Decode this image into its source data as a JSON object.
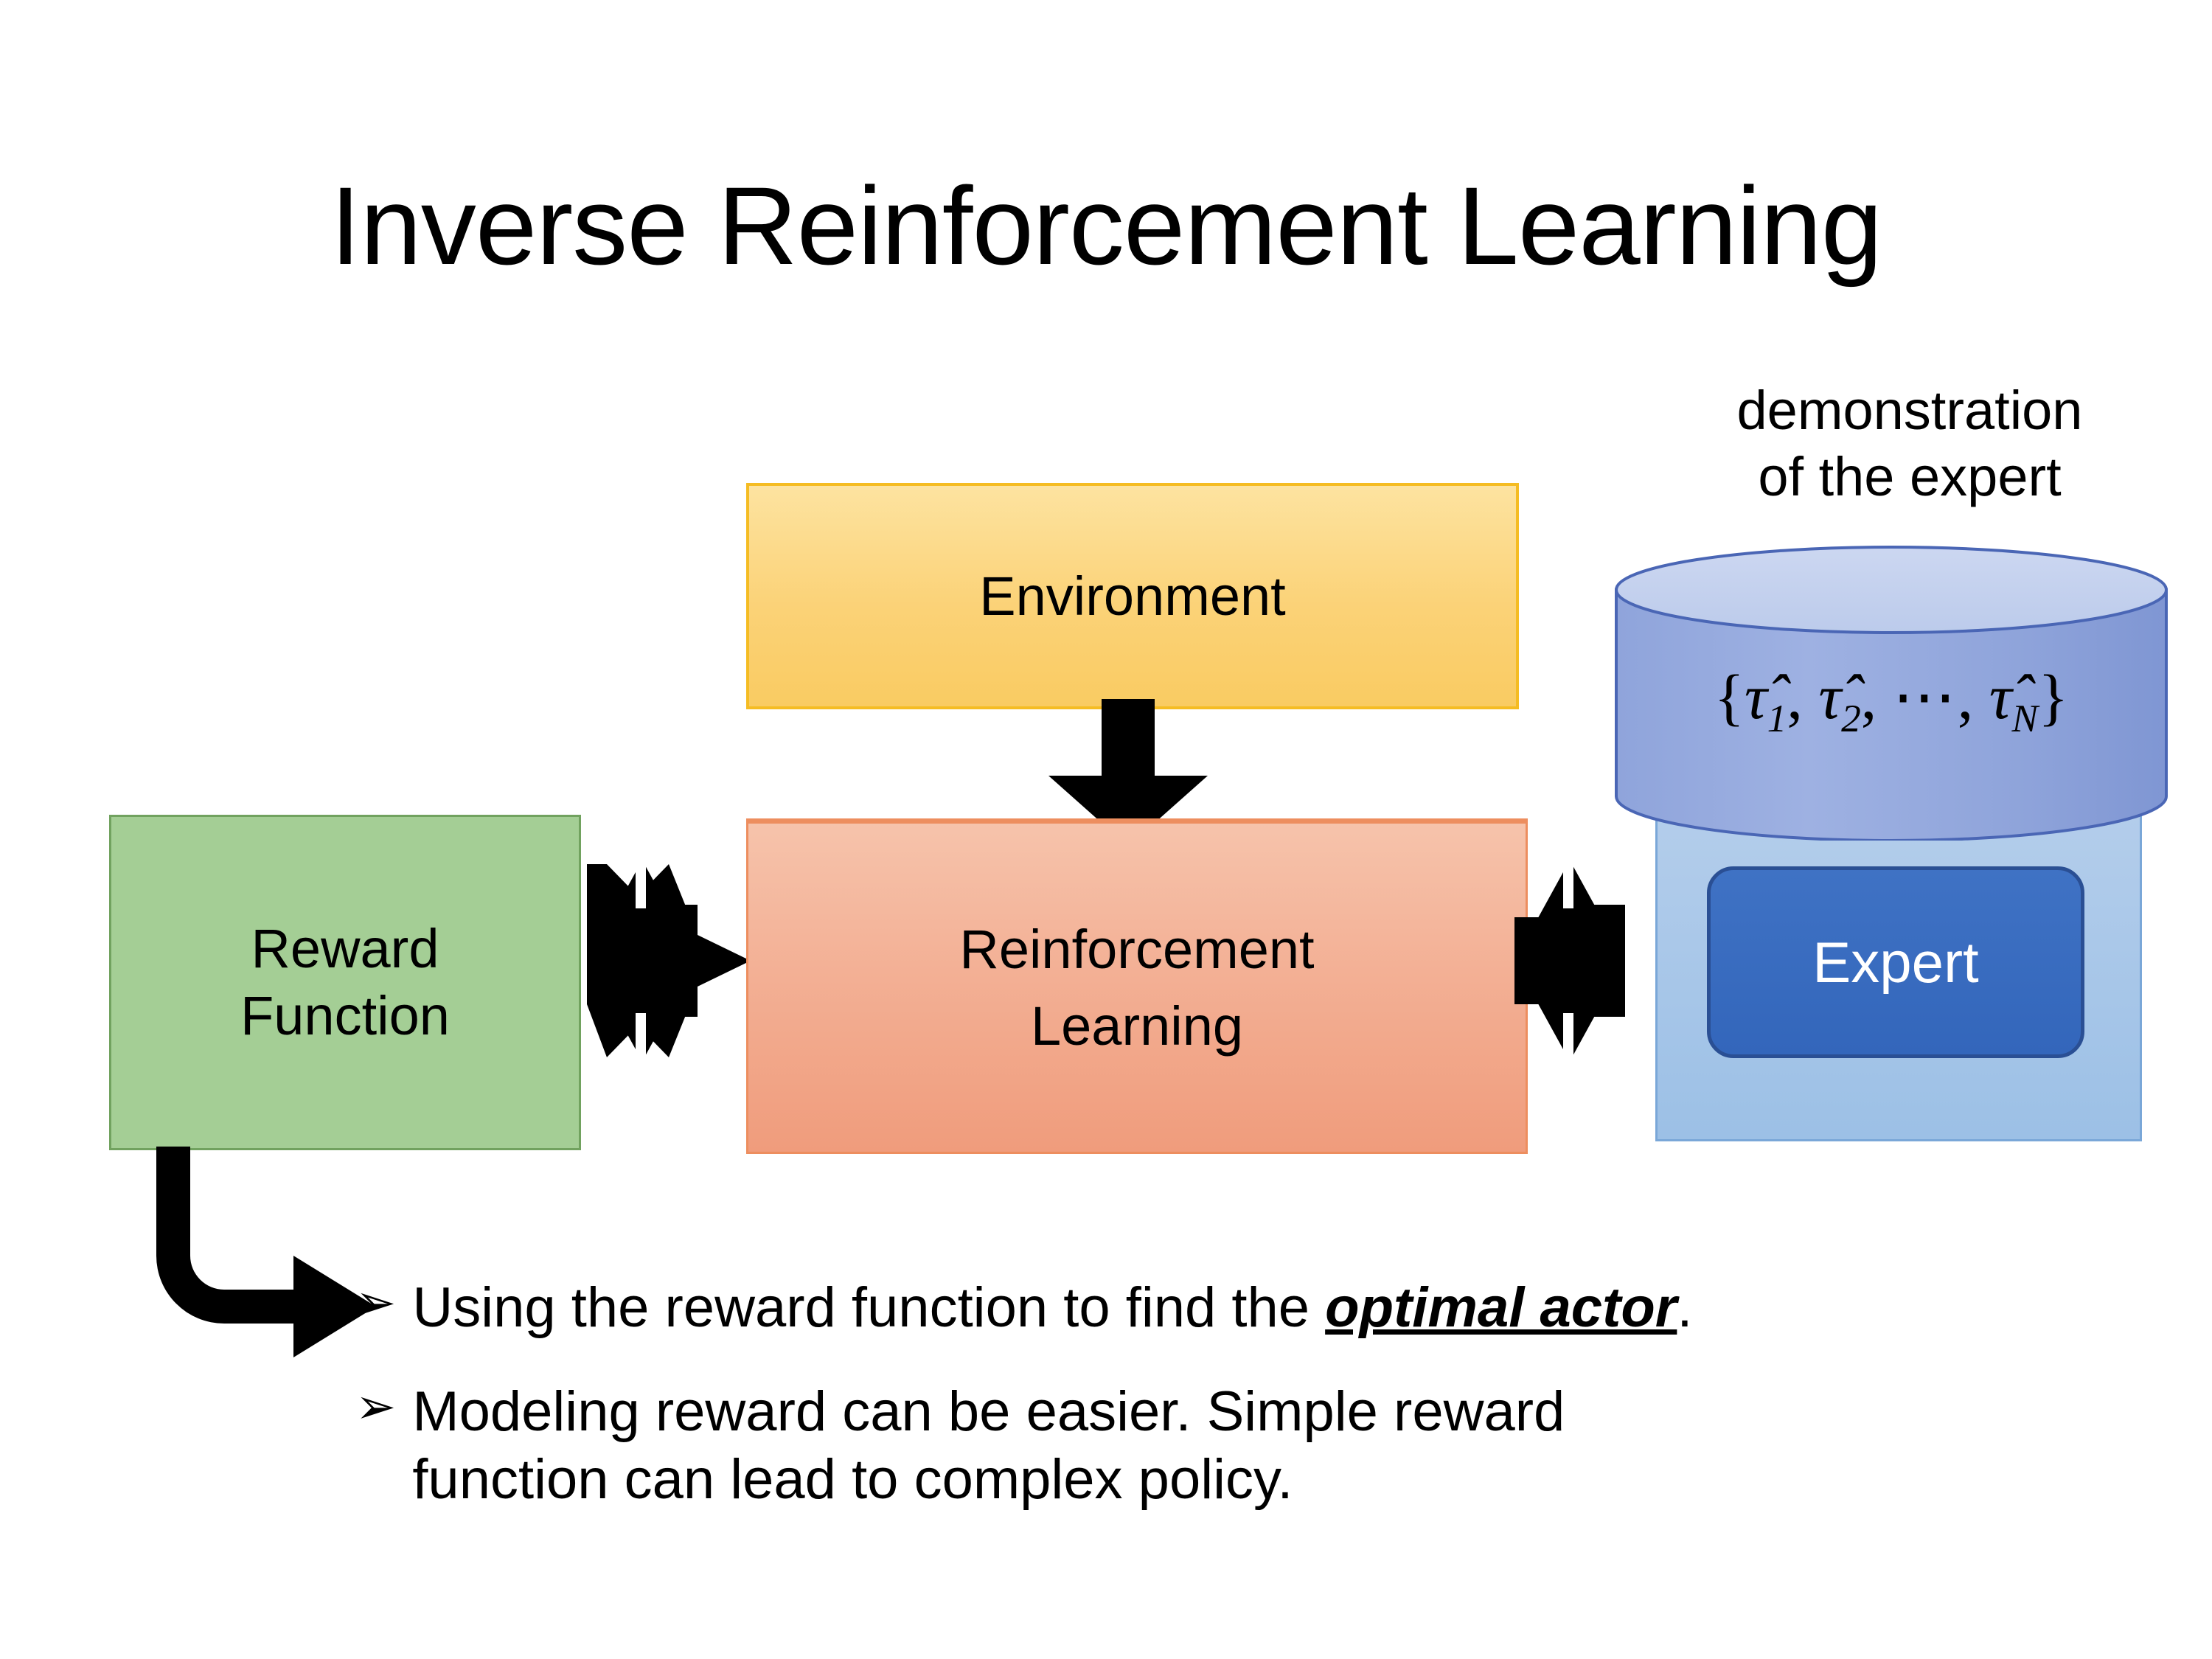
{
  "slide": {
    "title": "Inverse Reinforcement Learning",
    "background_color": "#ffffff"
  },
  "diagram": {
    "environment": {
      "label": "Environment",
      "fill_color": "#fbd277",
      "border_color": "#f5bc23"
    },
    "reward_function": {
      "label_line1": "Reward",
      "label_line2": "Function",
      "fill_color": "#a4ce95",
      "border_color": "#71a25f"
    },
    "reinforcement_learning": {
      "label_line1": "Reinforcement",
      "label_line2": "Learning",
      "fill_color": "#f3b095",
      "border_color": "#ed8e5f"
    },
    "demonstration": {
      "caption_line1": "demonstration",
      "caption_line2": "of the expert",
      "cylinder_fill_color": "#93a8dd",
      "cylinder_top_color": "#c6d2ee",
      "cylinder_border_color": "#4a66b5",
      "formula": {
        "open_brace": "{",
        "terms": [
          {
            "symbol": "τ̂",
            "subscript": "1"
          },
          {
            "symbol": "τ̂",
            "subscript": "2"
          },
          {
            "symbol": "τ̂",
            "subscript": "N"
          }
        ],
        "ellipsis": "⋯",
        "separator": ",",
        "close_brace": "}",
        "plain_text": "{τ̂1, τ̂2, ⋯, τ̂N}"
      }
    },
    "expert": {
      "label": "Expert",
      "fill_color": "#3366bb",
      "border_color": "#2a4f94",
      "text_color": "#ffffff",
      "panel_fill_color": "#9cc0e6",
      "panel_border_color": "#7aa7d8"
    },
    "connectors": {
      "environment_to_rl": "down-block-arrow",
      "reward_to_rl": "bidirectional-quad-arrow",
      "rl_to_expert": "bidirectional-quad-arrow",
      "reward_to_bullets": "elbow-bent-arrow",
      "arrow_color": "#000000"
    }
  },
  "bullets": [
    {
      "marker": "➢",
      "lead_text": "Using the reward function to find the ",
      "emphasis_text": "optimal actor",
      "trail_text": "."
    },
    {
      "marker": "➢",
      "lead_text": "Modeling reward can be easier. Simple reward function can lead to complex policy.",
      "emphasis_text": "",
      "trail_text": ""
    }
  ]
}
